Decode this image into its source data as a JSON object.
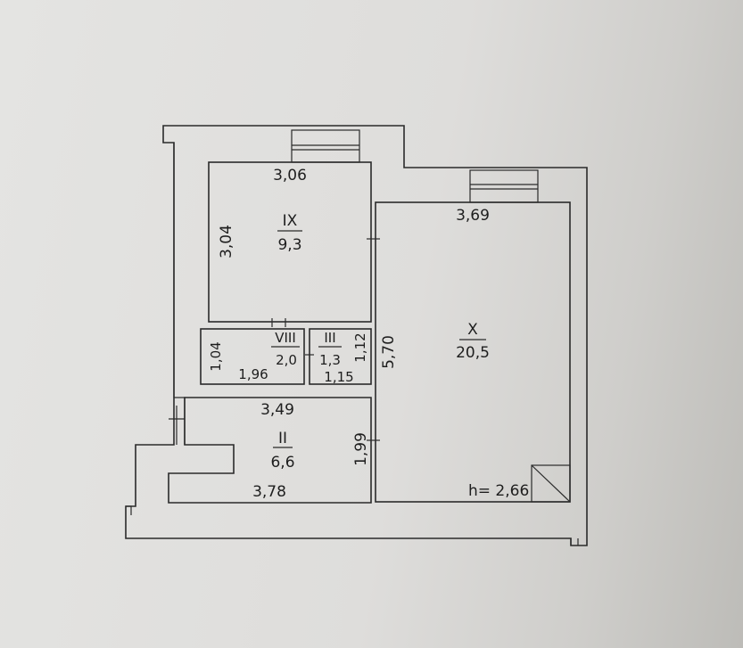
{
  "rooms": {
    "ix": {
      "num": "IX",
      "area": "9,3",
      "width": "3,06",
      "depth": "3,04"
    },
    "x": {
      "num": "X",
      "area": "20,5",
      "width": "3,69",
      "depth": "5,70",
      "height": "h= 2,66"
    },
    "viii": {
      "num": "VIII",
      "area": "2,0",
      "width": "1,96",
      "depth": "1,04"
    },
    "iii": {
      "num": "III",
      "area": "1,3",
      "width": "1,15",
      "depth": "1,12"
    },
    "ii": {
      "num": "II",
      "area": "6,6",
      "width": "3,49",
      "width_bottom": "3,78",
      "depth": "1,99"
    }
  }
}
